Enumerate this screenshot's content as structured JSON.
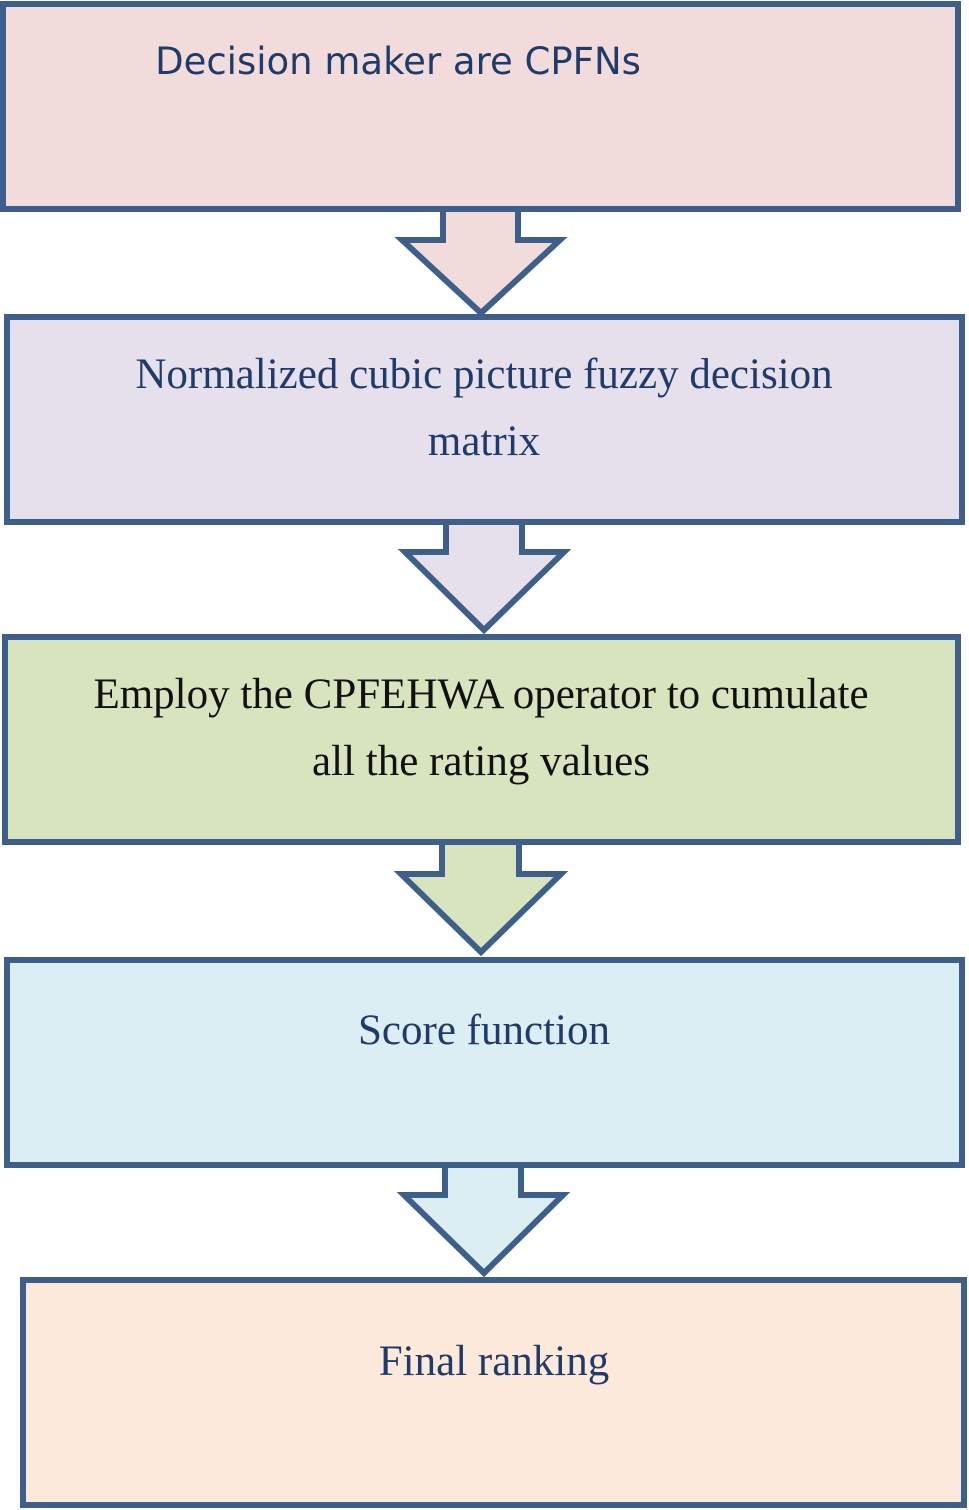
{
  "diagram": {
    "colors": {
      "stroke": "#3E5F8A",
      "blue_text": "#1F3B6B",
      "black_text": "#111111",
      "fill_pink": "#F2DCDB",
      "fill_lavender": "#E6E0EC",
      "fill_green": "#D7E4BD",
      "fill_blue": "#DBEEF4",
      "fill_peach": "#FDE9D9"
    },
    "steps": [
      {
        "id": "decision-maker",
        "lines": [
          "Decision maker are CPFNs"
        ],
        "fill": "#F2DCDB",
        "text_color": "#1F3B6B"
      },
      {
        "id": "normalized-matrix",
        "lines": [
          "Normalized cubic picture fuzzy decision",
          "matrix"
        ],
        "fill": "#E6E0EC",
        "text_color": "#1F3B6B"
      },
      {
        "id": "cpfehwa-operator",
        "lines": [
          "Employ the CPFEHWA operator to cumulate",
          "all the rating values"
        ],
        "fill": "#D7E4BD",
        "text_color": "#111111"
      },
      {
        "id": "score-function",
        "lines": [
          "Score function"
        ],
        "fill": "#DBEEF4",
        "text_color": "#1F3B6B"
      },
      {
        "id": "final-ranking",
        "lines": [
          "Final ranking"
        ],
        "fill": "#FDE9D9",
        "text_color": "#1F3B6B"
      }
    ]
  }
}
